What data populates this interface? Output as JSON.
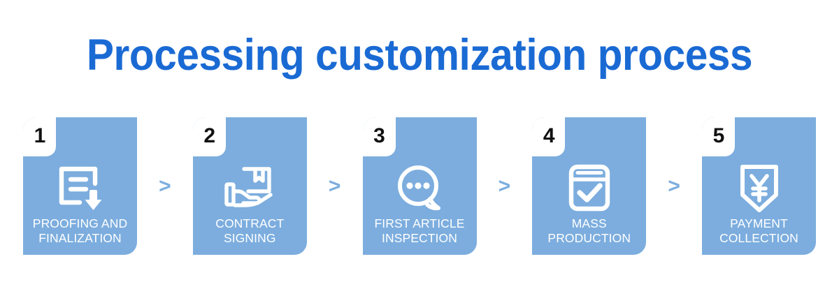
{
  "page": {
    "title": "Processing customization process",
    "background_color": "#ffffff",
    "title_color": "#1a6ad4",
    "card_color": "#7cadde",
    "card_text_color": "#ffffff",
    "number_color": "#111111",
    "separator_symbol": ">"
  },
  "steps": [
    {
      "number": "1",
      "label": "PROOFING AND\nFINALIZATION",
      "icon": "document-download-icon"
    },
    {
      "number": "2",
      "label": "CONTRACT\nSIGNING",
      "icon": "hand-holding-package-icon"
    },
    {
      "number": "3",
      "label": "FIRST  ARTICLE\nINSPECTION",
      "icon": "speech-bubble-dots-icon"
    },
    {
      "number": "4",
      "label": "MASS\nPRODUCTION",
      "icon": "calendar-check-icon"
    },
    {
      "number": "5",
      "label": "PAYMENT\nCOLLECTION",
      "icon": "yen-banner-icon"
    }
  ],
  "separators": [
    {
      "symbol": ">"
    },
    {
      "symbol": ">"
    },
    {
      "symbol": ">"
    },
    {
      "symbol": ">"
    }
  ]
}
